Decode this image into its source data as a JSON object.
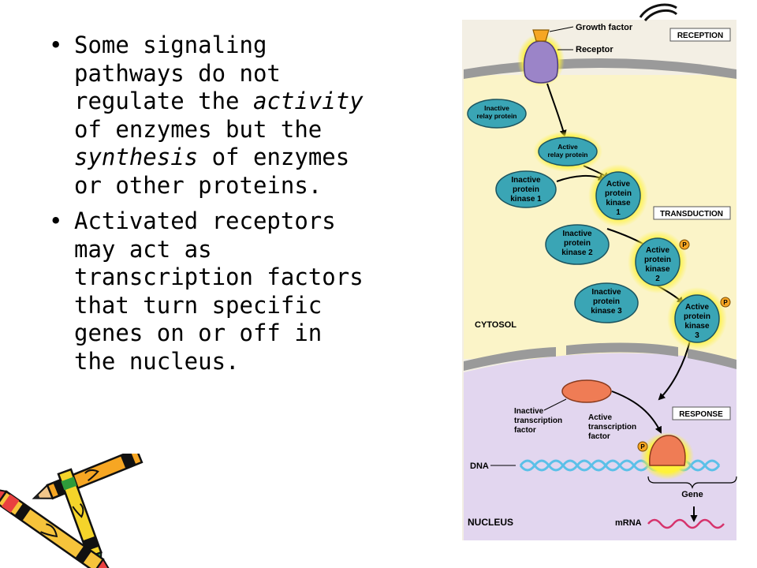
{
  "bullets": [
    {
      "parts": [
        {
          "text": "Some signaling pathways do not regulate the ",
          "em": false
        },
        {
          "text": "activity",
          "em": true
        },
        {
          "text": " of enzymes but the ",
          "em": false
        },
        {
          "text": "synthesis",
          "em": true
        },
        {
          "text": " of enzymes or other proteins.",
          "em": false
        }
      ]
    },
    {
      "parts": [
        {
          "text": "Activated receptors may act as transcription factors that turn specific genes on or off in the nucleus.",
          "em": false
        }
      ]
    }
  ],
  "bullet_glyph": "•",
  "diagram": {
    "stages": {
      "reception": "RECEPTION",
      "transduction": "TRANSDUCTION",
      "response": "RESPONSE"
    },
    "compartments": {
      "cytosol": "CYTOSOL",
      "nucleus": "NUCLEUS"
    },
    "callouts": {
      "growth_factor": "Growth factor",
      "receptor": "Receptor",
      "dna": "DNA",
      "gene": "Gene",
      "mrna": "mRNA"
    },
    "inactive_tf": [
      "Inactive",
      "transcription",
      "factor"
    ],
    "active_tf": [
      "Active",
      "transcription",
      "factor"
    ],
    "proteins": {
      "inactive_relay": [
        "Inactive",
        "relay protein"
      ],
      "active_relay": [
        "Active",
        "relay protein"
      ],
      "inactive_k1": [
        "Inactive",
        "protein",
        "kinase 1"
      ],
      "active_k1": [
        "Active",
        "protein",
        "kinase",
        "1"
      ],
      "inactive_k2": [
        "Inactive",
        "protein",
        "kinase 2"
      ],
      "active_k2": [
        "Active",
        "protein",
        "kinase",
        "2"
      ],
      "inactive_k3": [
        "Inactive",
        "protein",
        "kinase 3"
      ],
      "active_k3": [
        "Active",
        "protein",
        "kinase",
        "3"
      ]
    },
    "phosphate": "P",
    "colors": {
      "cytosol_bg": "#fbf4c8",
      "nucleus_bg": "#e2d6ef",
      "inactive_protein": "#3aa5b5",
      "active_glow": "#fff23a",
      "transcription_factor": "#ef7c55",
      "receptor": "#9b84c8",
      "dna": "#5bc0e8",
      "mrna": "#d6336c"
    }
  }
}
